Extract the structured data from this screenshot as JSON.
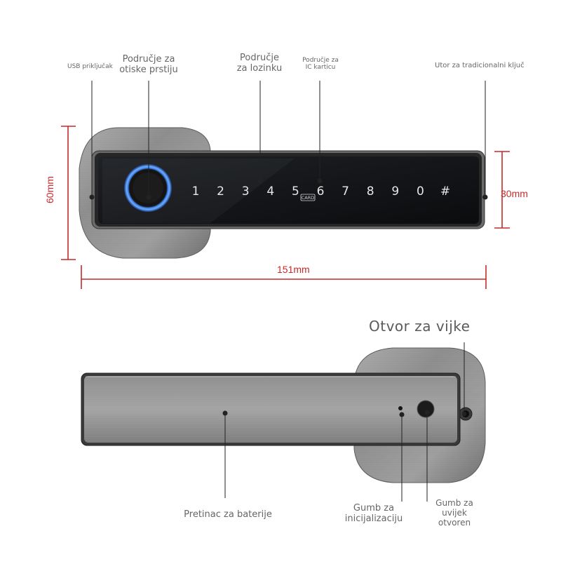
{
  "front_view": {
    "labels": {
      "usb": "USB priključak",
      "fingerprint": [
        "Područje za",
        "otiske prstiju"
      ],
      "password": [
        "Područje",
        "za lozinku"
      ],
      "ic_card": [
        "Područje za",
        "IC karticu"
      ],
      "key_slot": "Utor za tradicionalni ključ"
    },
    "keypad": [
      "1",
      "2",
      "3",
      "4",
      "5",
      "6",
      "7",
      "8",
      "9",
      "0",
      "#"
    ],
    "card_badge": "CARD",
    "dimensions": {
      "height": "60mm",
      "panel_height": "30mm",
      "width": "151mm"
    }
  },
  "back_view": {
    "labels": {
      "screw_hole": "Otvor za vijke",
      "battery": "Pretinac za baterije",
      "init_button": [
        "Gumb za",
        "inicijalizaciju"
      ],
      "always_open_button": [
        "Gumb za",
        "uvijek",
        "otvoren"
      ]
    }
  },
  "colors": {
    "dimension": "#c42b2b",
    "label": "#666666",
    "fingerprint_ring": "#2d6fe0"
  }
}
